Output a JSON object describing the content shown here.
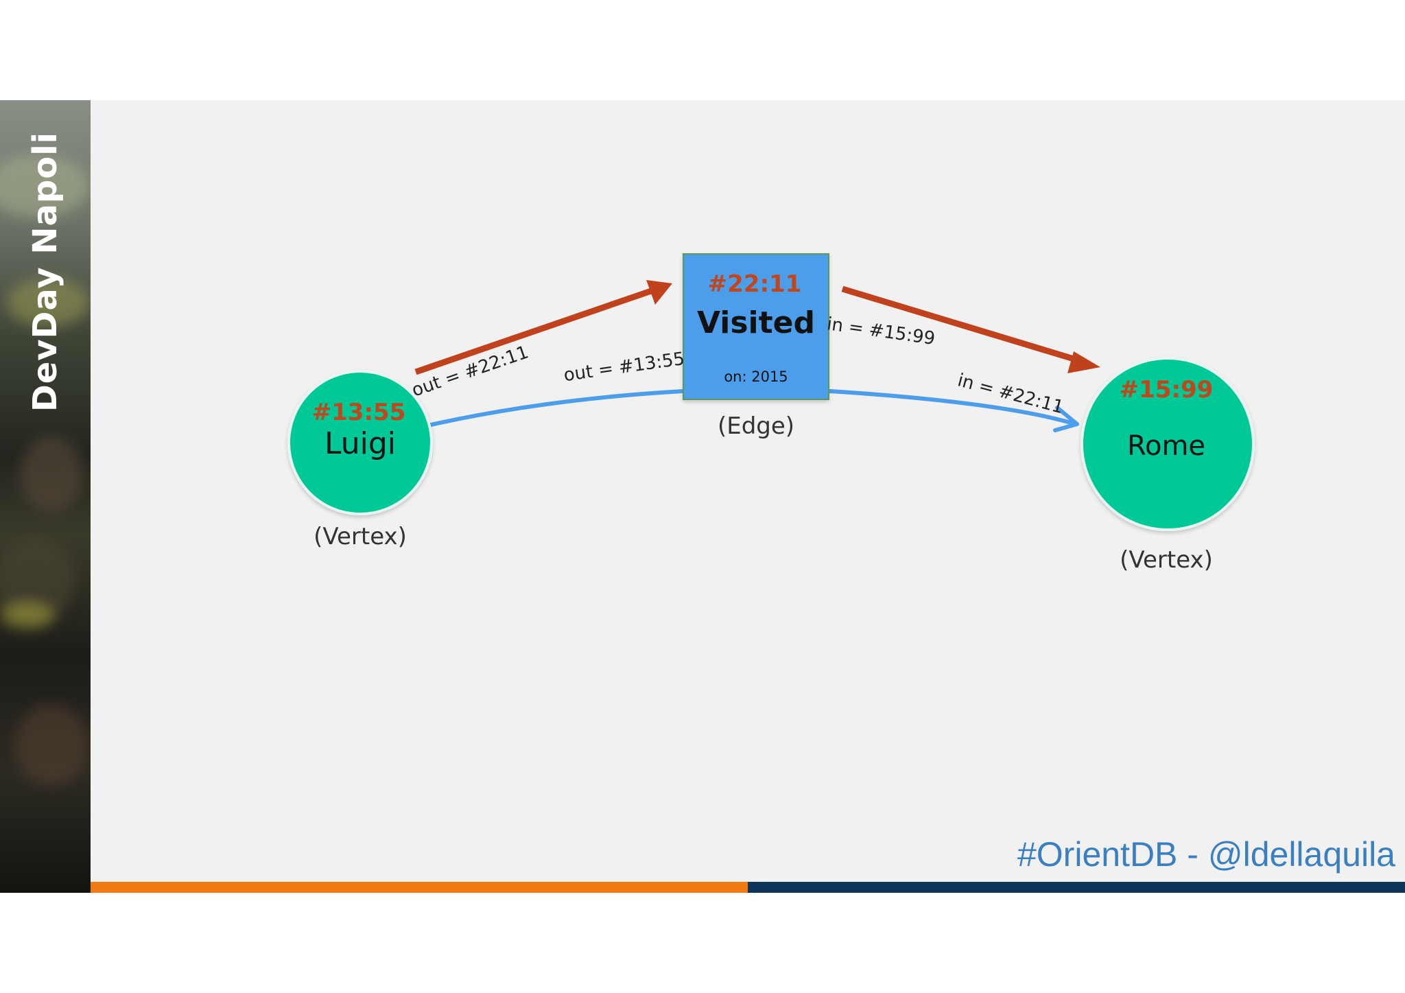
{
  "sidebar": {
    "title": "DevDay Napoli"
  },
  "footer": {
    "handle": "#OrientDB - @ldellaquila"
  },
  "diagram": {
    "vertex_left": {
      "id": "#13:55",
      "label": "Luigi",
      "caption": "(Vertex)"
    },
    "edge": {
      "id": "#22:11",
      "label": "Visited",
      "property": "on: 2015",
      "caption": "(Edge)"
    },
    "vertex_right": {
      "id": "#15:99",
      "label": "Rome",
      "caption": "(Vertex)"
    },
    "links": {
      "left_out_edge": "out = #22:11",
      "edge_out_vertex": "out = #13:55",
      "edge_in_vertex": "in = #15:99",
      "right_in_edge": "in = #22:11"
    }
  },
  "colors": {
    "vertex_fill": "#00c896",
    "edge_fill": "#4d9eea",
    "id_text": "#c0471c",
    "red_arrow": "#c0421c",
    "blue_arrow": "#4d9eea",
    "accent_orange": "#f07a14",
    "accent_navy": "#0e3559",
    "footer_text": "#3a7fc0"
  }
}
